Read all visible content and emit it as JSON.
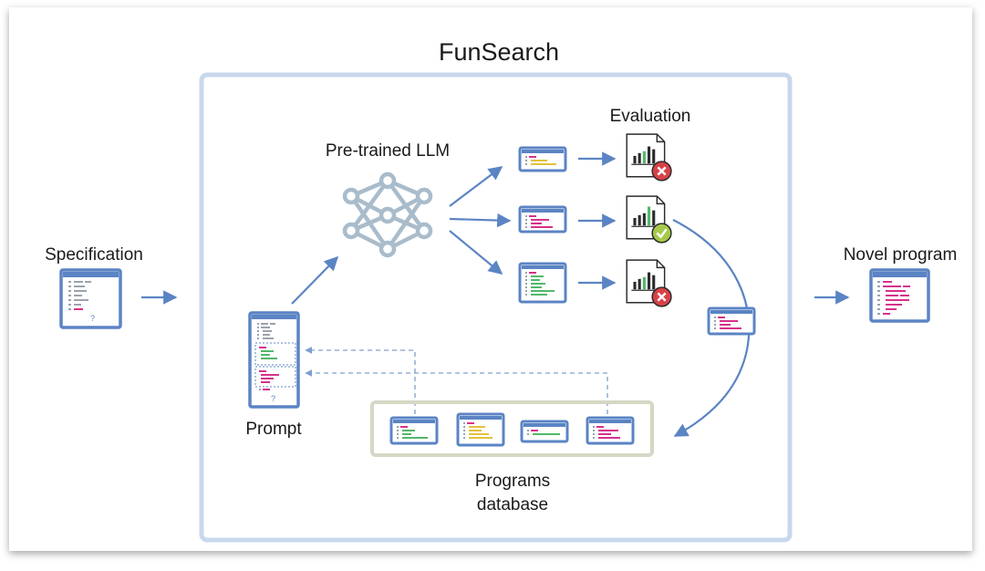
{
  "title": "FunSearch",
  "labels": {
    "specification": "Specification",
    "novel_program": "Novel program",
    "pretrained_llm": "Pre-trained LLM",
    "evaluation": "Evaluation",
    "prompt": "Prompt",
    "programs_database_line1": "Programs",
    "programs_database_line2": "database",
    "unknown_mark": "?"
  },
  "colors": {
    "frame": "#c8d8ec",
    "doc_border": "#5b84c4",
    "arrow": "#5b84c4",
    "network": "#a9bccb",
    "database_frame": "#d4d8c4",
    "success": "#a6c94a",
    "failure": "#d94148",
    "code_pink": "#d6318b",
    "code_green": "#52b86a",
    "code_yellow": "#e3c13c",
    "code_gray": "#9aa3ad"
  },
  "icons": [
    "neural-network-icon",
    "chart-check-icon",
    "chart-x-icon",
    "code-document-icon"
  ]
}
